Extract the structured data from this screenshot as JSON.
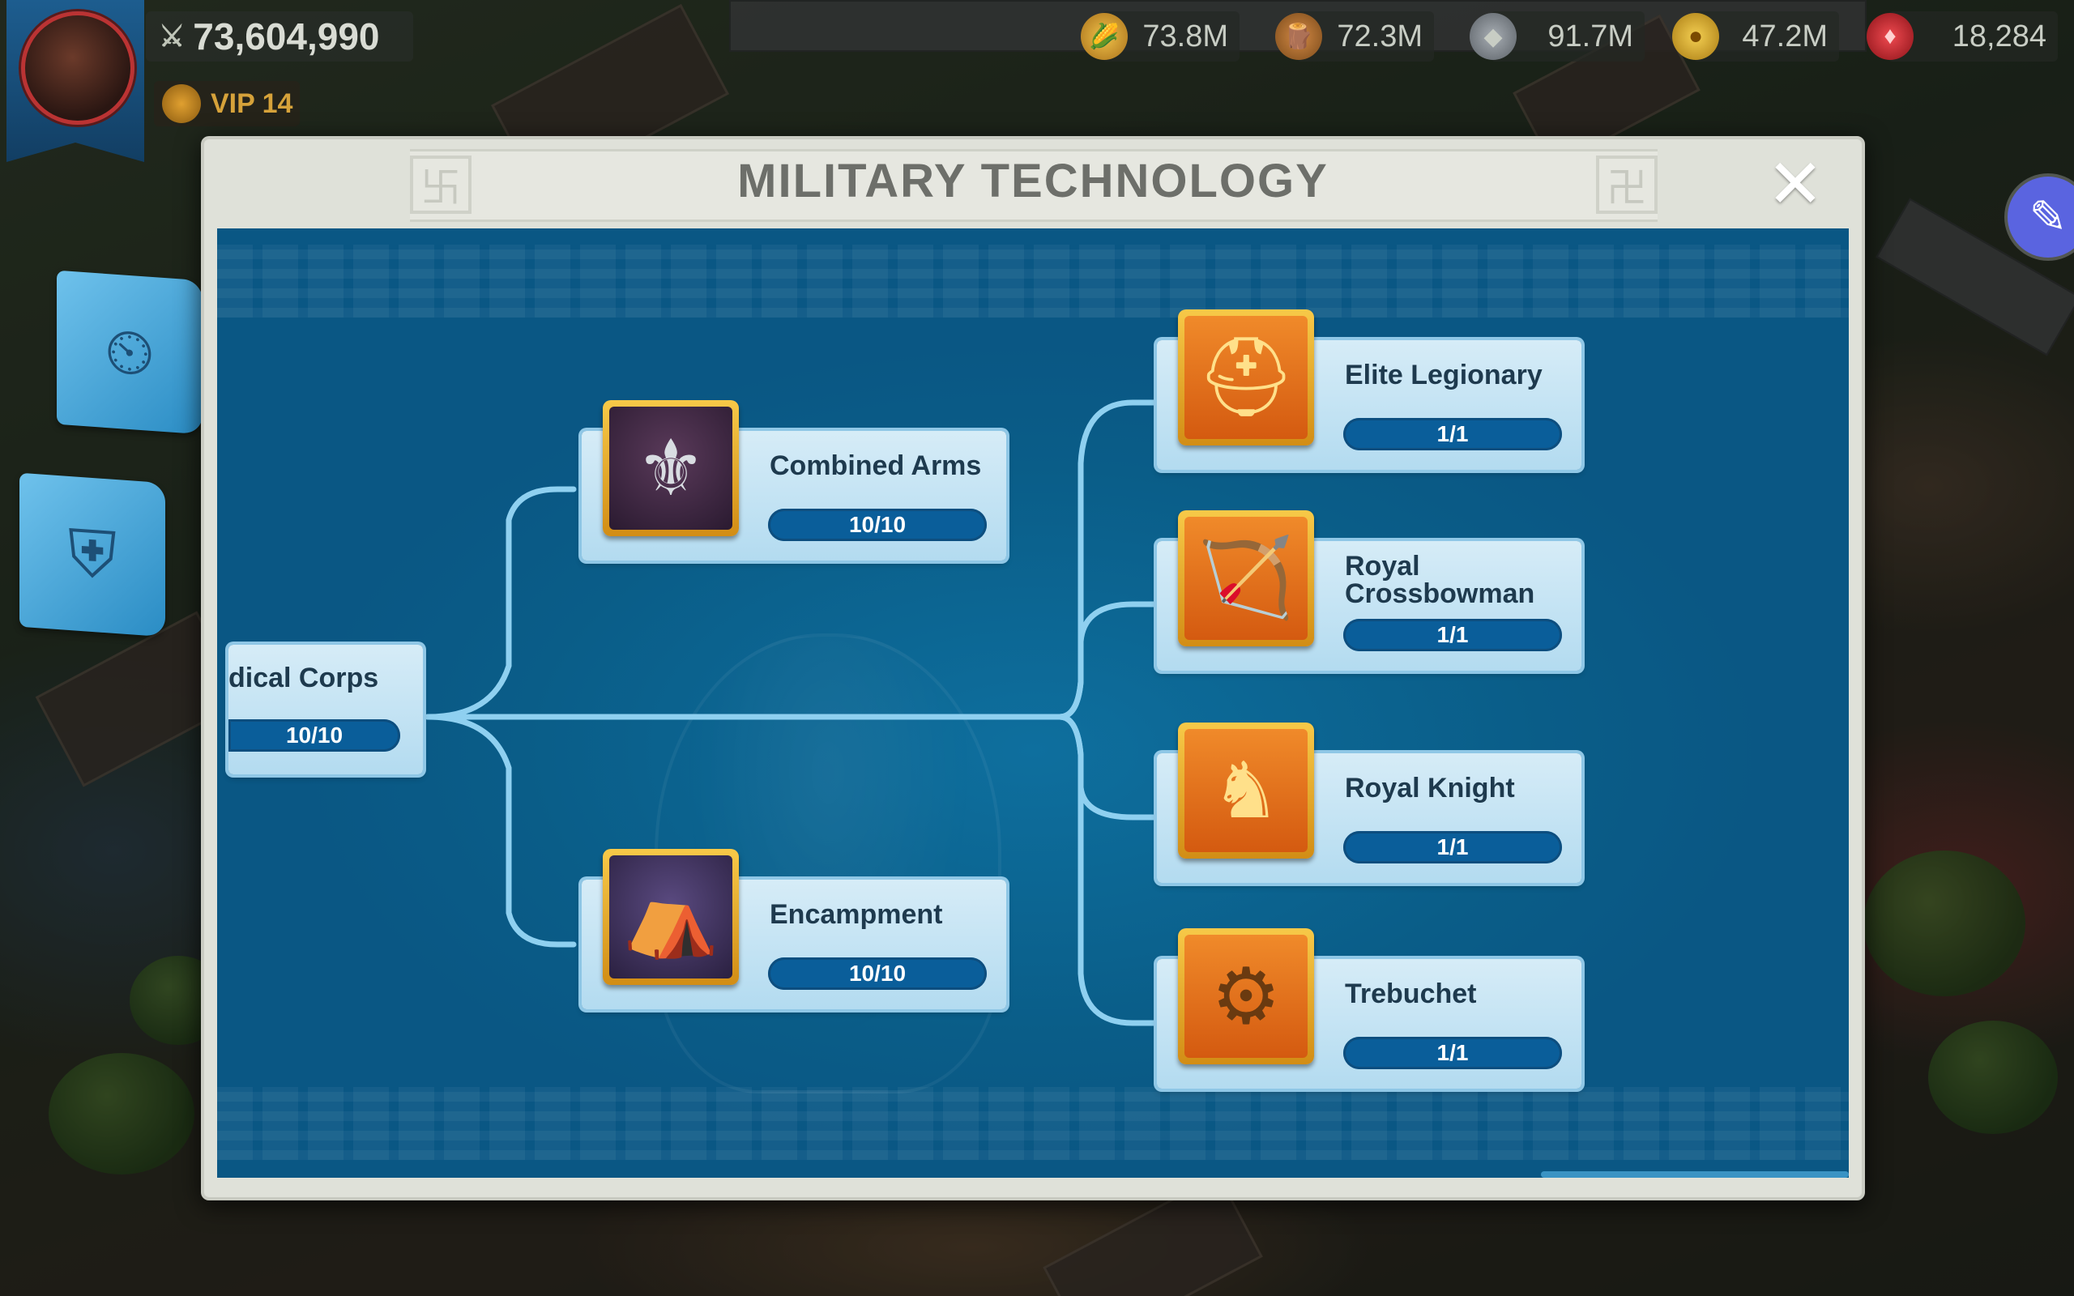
{
  "hud": {
    "power": "73,604,990",
    "vip": "VIP 14",
    "resources": [
      {
        "name": "food",
        "value": "73.8M",
        "icon": "corn-icon",
        "color": "#d8a02a"
      },
      {
        "name": "wood",
        "value": "72.3M",
        "icon": "log-icon",
        "color": "#b06a2a"
      },
      {
        "name": "stone",
        "value": "91.7M",
        "icon": "stone-icon",
        "color": "#8c939a"
      },
      {
        "name": "gold",
        "value": "47.2M",
        "icon": "gold-coin-icon",
        "color": "#e0b030"
      },
      {
        "name": "gems",
        "value": "18,284",
        "icon": "gem-icon",
        "color": "#d0303a"
      }
    ]
  },
  "modal": {
    "title": "MILITARY TECHNOLOGY",
    "close_symbol": "✕"
  },
  "nodes": {
    "medical_corps": {
      "name": "dical Corps",
      "progress": "10/10"
    },
    "combined_arms": {
      "name": "Combined Arms",
      "progress": "10/10",
      "icon": "blades-icon"
    },
    "encampment": {
      "name": "Encampment",
      "progress": "10/10",
      "icon": "tent-icon"
    },
    "elite_legionary": {
      "name": "Elite Legionary",
      "progress": "1/1",
      "icon": "legionary-icon"
    },
    "royal_crossbowman": {
      "name": "Royal Crossbowman",
      "progress": "1/1",
      "icon": "crossbowman-icon"
    },
    "royal_knight": {
      "name": "Royal Knight",
      "progress": "1/1",
      "icon": "knight-helmet-icon"
    },
    "trebuchet": {
      "name": "Trebuchet",
      "progress": "1/1",
      "icon": "trebuchet-icon"
    }
  }
}
